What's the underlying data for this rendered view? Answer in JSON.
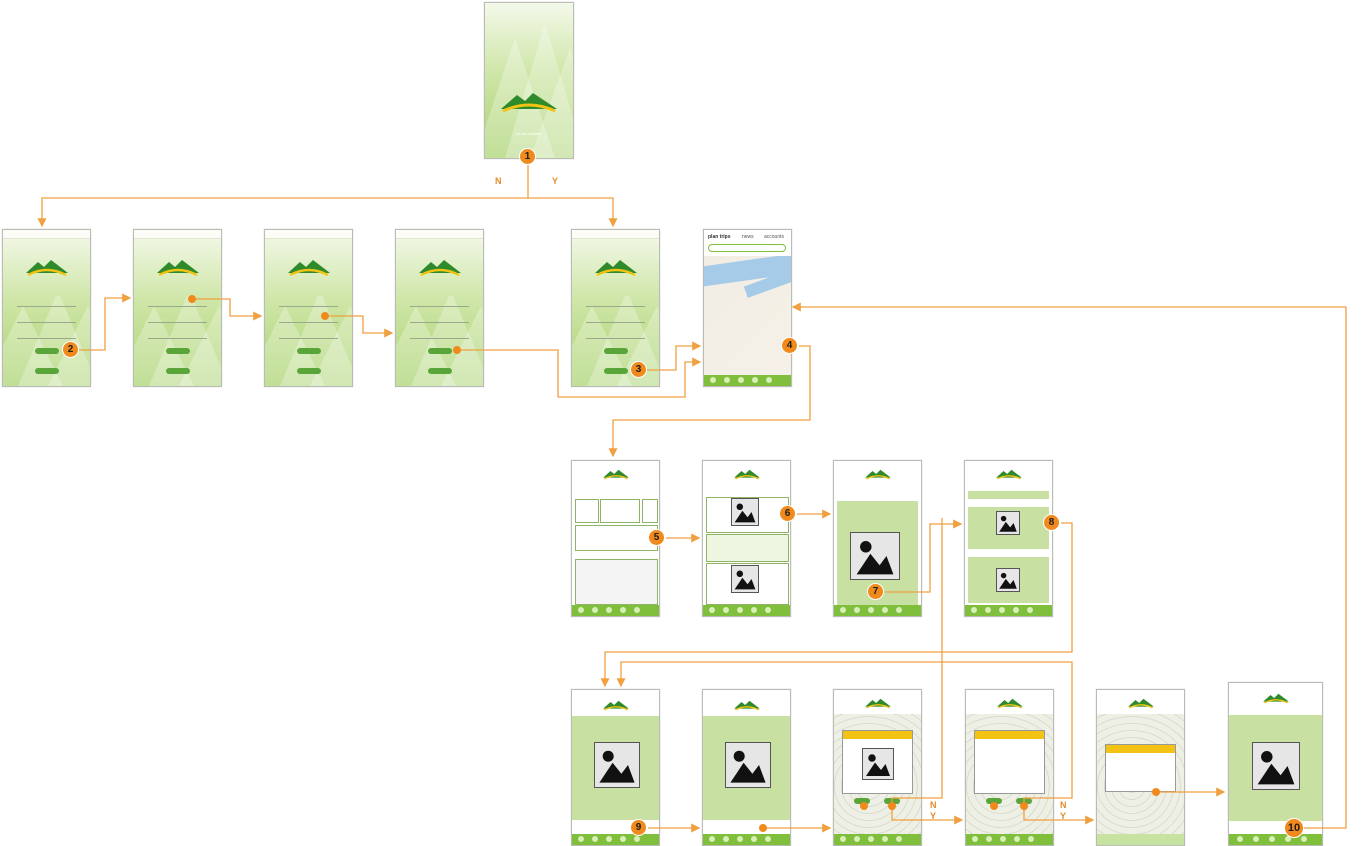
{
  "branches": {
    "n_top": "N",
    "y_top": "Y",
    "n_mid": "N",
    "y_mid": "Y",
    "n_right": "N",
    "y_right": "Y"
  },
  "steps": [
    "1",
    "2",
    "3",
    "4",
    "5",
    "6",
    "7",
    "8",
    "9",
    "10"
  ],
  "splash": {
    "tagline": "be an outsider"
  },
  "tabs": [
    "plan trips",
    "news",
    "accounts"
  ],
  "colors": {
    "flow": "#f0a040",
    "marker": "#f08a1c",
    "screen_green": "#a9d36e",
    "bar": "#7fbf3b"
  }
}
